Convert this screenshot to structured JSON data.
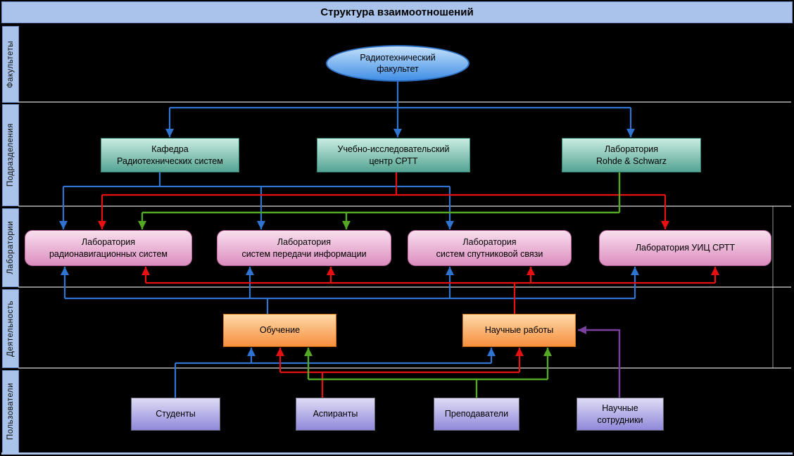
{
  "title": "Структура взаимоотношений",
  "lanes": [
    {
      "label": "Факультеты"
    },
    {
      "label": "Подразделения"
    },
    {
      "label": "Лаборатории"
    },
    {
      "label": "Деятельность"
    },
    {
      "label": "Пользователи"
    }
  ],
  "nodes": {
    "faculty": {
      "label": "Радиотехнический\nфакультет"
    },
    "departments": [
      {
        "label": "Кафедра\nРадиотехнических систем"
      },
      {
        "label": "Учебно-исследовательский\nцентр СРТТ"
      },
      {
        "label": "Лаборатория\nRohde & Schwarz"
      }
    ],
    "labs": [
      {
        "label": "Лаборатория\nрадионавигационных систем"
      },
      {
        "label": "Лаборатория\nсистем передачи информации"
      },
      {
        "label": "Лаборатория\nсистем спутниковой связи"
      },
      {
        "label": "Лаборатория УИЦ СРТТ"
      }
    ],
    "activities": [
      {
        "label": "Обучение"
      },
      {
        "label": "Научные работы"
      }
    ],
    "users": [
      {
        "label": "Студенты"
      },
      {
        "label": "Аспиранты"
      },
      {
        "label": "Преподаватели"
      },
      {
        "label": "Научные\nсотрудники"
      }
    ]
  },
  "colors": {
    "background": "#000000",
    "band_bg": "#A9C3EA",
    "band_border": "#6E8FC9",
    "separator": "#D8D8D8",
    "faculty_top": "#C3E0FA",
    "faculty_bottom": "#418FE6",
    "faculty_border": "#2D6FC2",
    "department_top": "#C8ECE2",
    "department_bottom": "#55A493",
    "department_border": "#2F8070",
    "lab_top": "#F8DEED",
    "lab_bottom": "#DC8EC0",
    "lab_border": "#B8639C",
    "activity_top": "#FDD9A8",
    "activity_bottom": "#F78F3E",
    "activity_border": "#D9740F",
    "user_top": "#DEDBF4",
    "user_bottom": "#9089DB",
    "user_border": "#60606E",
    "arrow_blue": "#2E74D0",
    "arrow_red": "#E81010",
    "arrow_green": "#55A823",
    "arrow_purple": "#7B3FA0"
  }
}
